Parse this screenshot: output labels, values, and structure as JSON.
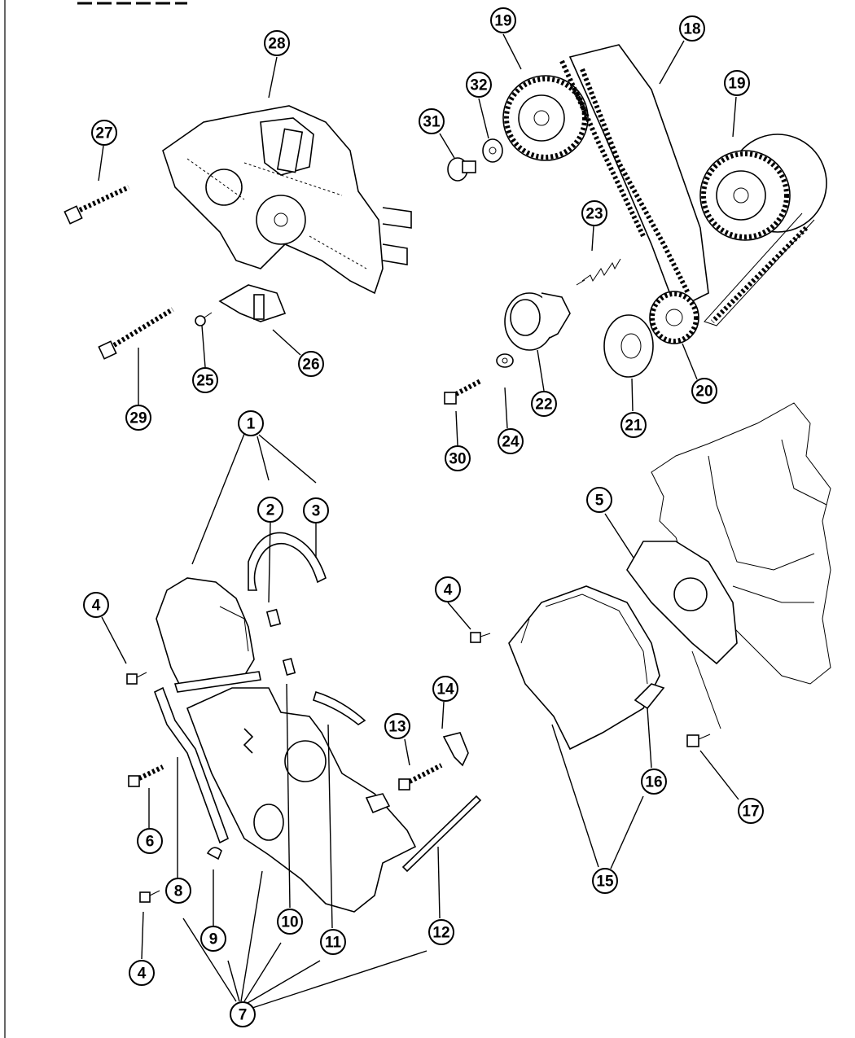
{
  "callouts": {
    "c1": "1",
    "c2": "2",
    "c3": "3",
    "c4a": "4",
    "c4b": "4",
    "c4c": "4",
    "c5": "5",
    "c6": "6",
    "c7": "7",
    "c8": "8",
    "c9": "9",
    "c10": "10",
    "c11": "11",
    "c12": "12",
    "c13": "13",
    "c14": "14",
    "c15": "15",
    "c16": "16",
    "c17": "17",
    "c18": "18",
    "c19a": "19",
    "c19b": "19",
    "c20": "20",
    "c21": "21",
    "c22": "22",
    "c23": "23",
    "c24": "24",
    "c25": "25",
    "c26": "26",
    "c27": "27",
    "c28": "28",
    "c29": "29",
    "c30": "30",
    "c31": "31",
    "c32": "32"
  }
}
